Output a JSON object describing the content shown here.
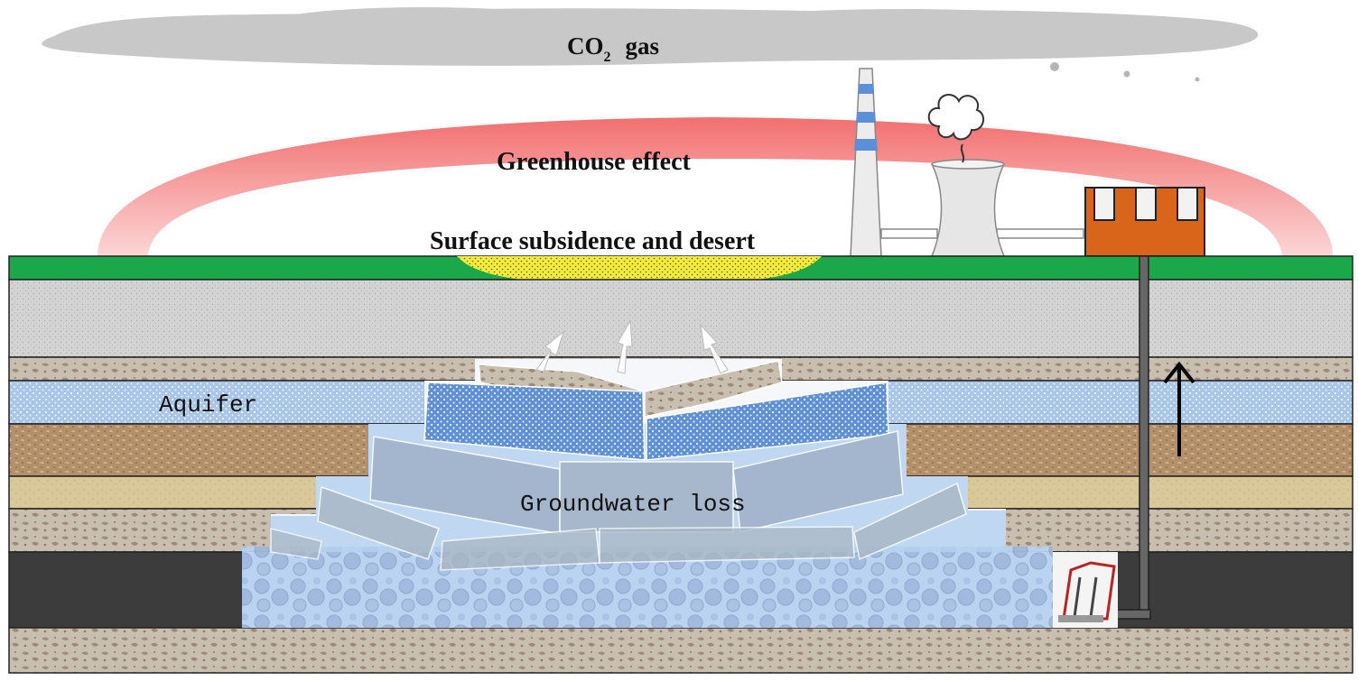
{
  "labels": {
    "co2_main": "CO",
    "co2_sub": "2",
    "co2_suffix": "gas",
    "greenhouse": "Greenhouse effect",
    "subsidence": "Surface subsidence and desert",
    "aquifer": "Aquifer",
    "groundwater": "Groundwater loss"
  },
  "colors": {
    "cloud": "#c8c8c8",
    "arc": "#f07a7a",
    "grass": "#1aa84a",
    "grey_layer": "#d3d3d3",
    "rock_layer": "#c9bfb1",
    "aquifer": "#a9c6ea",
    "soil": "#b4906a",
    "sand": "#d9c899",
    "coal": "#3c3c3c",
    "desert": "#f4ec3b",
    "goaf_water": "#b6d1ef",
    "building": "#d9651a",
    "chimney_band": "#5b8fd8"
  },
  "icons": {
    "chimney": "chimney-icon",
    "cooling_tower": "cooling-tower-icon",
    "steam": "steam-cloud-icon",
    "mine_building": "mine-building-icon",
    "shaft": "mine-shaft-icon",
    "shearer": "coal-shearer-icon",
    "up_arrow": "up-arrow-icon",
    "crack_arrows": "crack-arrow-icon"
  }
}
